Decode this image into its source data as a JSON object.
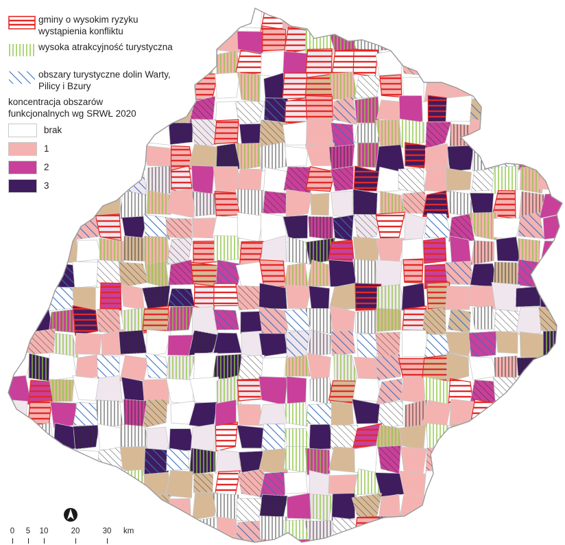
{
  "legend": {
    "conflict_label": "gminy o wysokim ryzyku wystąpienia konfliktu",
    "attractive_label": "wysoka atrakcyjność turystyczna",
    "valleys_label": "obszary turystyczne dolin Warty, Pilicy i Bzury",
    "concentration_title": "koncentracja obszarów funkcjonalnych wg SRWŁ 2020",
    "classes": [
      {
        "label": "brak",
        "color": "#ffffff"
      },
      {
        "label": "1",
        "color": "#f4b3b1"
      },
      {
        "label": "2",
        "color": "#c8409a"
      },
      {
        "label": "3",
        "color": "#3f1c5e"
      }
    ]
  },
  "scale": {
    "ticks": [
      "0",
      "5",
      "10",
      "20",
      "30"
    ],
    "unit": "km"
  },
  "colors": {
    "conflict": "#e32826",
    "attractive": "#8cc63f",
    "valleys": "#3a6fbf",
    "boundary": "#c8c8c8",
    "tan": "#d8b996",
    "north_arrow": "#1a1a1a"
  }
}
